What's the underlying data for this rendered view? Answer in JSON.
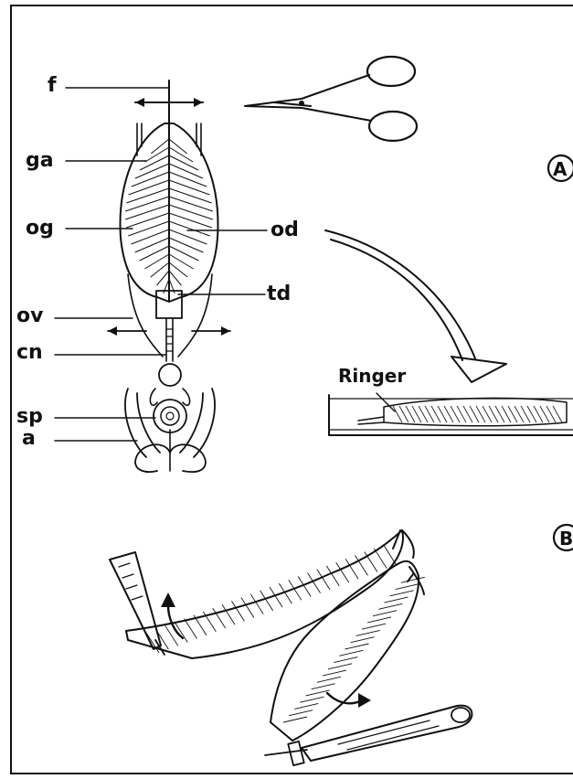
{
  "labels": {
    "f": "f",
    "ga": "ga",
    "og": "og",
    "od": "od",
    "td": "td",
    "ov": "ov",
    "cn": "cn",
    "sp": "sp",
    "a": "a",
    "ringer": "Ringer"
  },
  "panels": {
    "a_marker": "A",
    "b_marker": "B"
  },
  "colors": {
    "ink": "#111111",
    "background": "#ffffff"
  },
  "icons": [
    "scissors-icon",
    "forceps-icon",
    "scalpel-icon",
    "curved-arrow-icon"
  ]
}
